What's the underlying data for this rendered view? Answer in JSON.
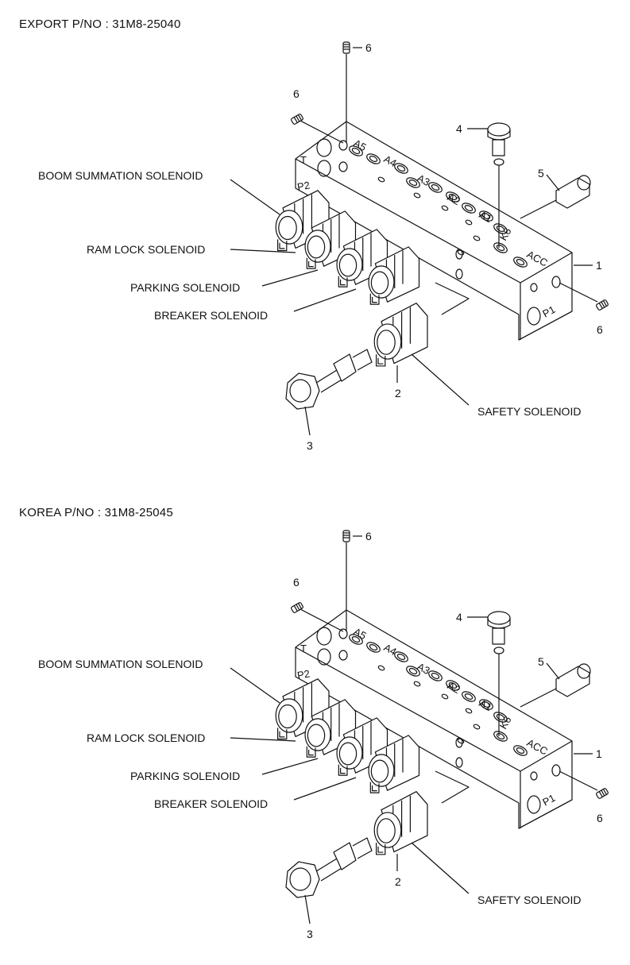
{
  "panels": [
    {
      "part_number_label": "EXPORT P/NO : 31M8-25040",
      "callouts": {
        "boom_summation": "BOOM SUMMATION SOLENOID",
        "ram_lock": "RAM LOCK SOLENOID",
        "parking": "PARKING SOLENOID",
        "breaker": "BREAKER SOLENOID",
        "safety": "SAFETY SOLENOID"
      },
      "item_numbers": {
        "one": "1",
        "two": "2",
        "three": "3",
        "four": "4",
        "five": "5",
        "six": "6"
      },
      "ports": {
        "t": "T",
        "p2": "P2",
        "a5": "A5",
        "a4": "A4",
        "a3": "A3",
        "a2": "A2",
        "a1": "A1",
        "k6": "K6",
        "acc": "ACC",
        "p1": "P1"
      }
    },
    {
      "part_number_label": "KOREA P/NO : 31M8-25045",
      "callouts": {
        "boom_summation": "BOOM SUMMATION SOLENOID",
        "ram_lock": "RAM LOCK SOLENOID",
        "parking": "PARKING SOLENOID",
        "breaker": "BREAKER SOLENOID",
        "safety": "SAFETY SOLENOID"
      },
      "item_numbers": {
        "one": "1",
        "two": "2",
        "three": "3",
        "four": "4",
        "five": "5",
        "six": "6"
      },
      "ports": {
        "t": "T",
        "p2": "P2",
        "a5": "A5",
        "a4": "A4",
        "a3": "A3",
        "a2": "A2",
        "a1": "A1",
        "k6": "K6",
        "acc": "ACC",
        "p1": "P1"
      }
    }
  ]
}
